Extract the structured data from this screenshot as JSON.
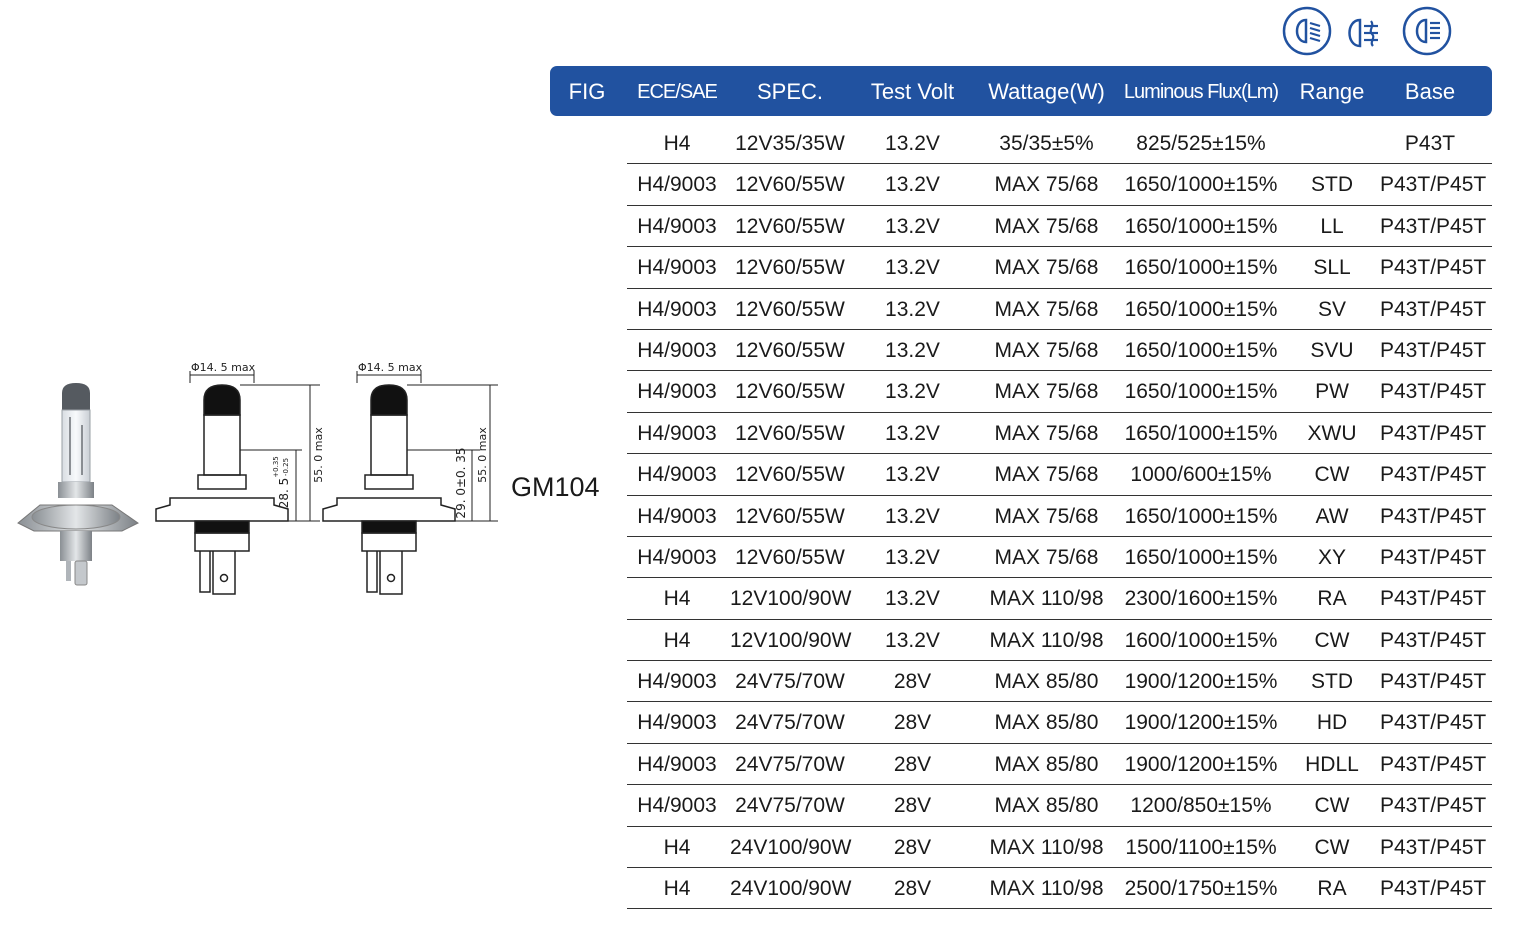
{
  "icons": [
    "low-beam-headlight-icon",
    "fog-light-icon",
    "high-beam-headlight-icon"
  ],
  "model": "GM104",
  "drawings": {
    "left": {
      "diameter": "Φ14. 5 max",
      "height_total": "55. 0 max",
      "height_partial": "28. 5",
      "tol_upper": "+0.35",
      "tol_lower": "-0.25"
    },
    "right": {
      "diameter": "Φ14. 5 max",
      "height_total": "55. 0 max",
      "height_partial": "29. 0±0. 35"
    }
  },
  "table": {
    "headers": [
      "FIG",
      "ECE/SAE",
      "SPEC.",
      "Test Volt",
      "Wattage(W)",
      "Luminous Flux(Lm)",
      "Range",
      "Base"
    ],
    "rows": [
      {
        "ece": "H4",
        "spec": "12V35/35W",
        "volt": "13.2V",
        "watt": "35/35±5%",
        "flux": "825/525±15%",
        "range": "",
        "base": "P43T"
      },
      {
        "ece": "H4/9003",
        "spec": "12V60/55W",
        "volt": "13.2V",
        "watt": "MAX 75/68",
        "flux": "1650/1000±15%",
        "range": "STD",
        "base": "P43T/P45T"
      },
      {
        "ece": "H4/9003",
        "spec": "12V60/55W",
        "volt": "13.2V",
        "watt": "MAX 75/68",
        "flux": "1650/1000±15%",
        "range": "LL",
        "base": "P43T/P45T"
      },
      {
        "ece": "H4/9003",
        "spec": "12V60/55W",
        "volt": "13.2V",
        "watt": "MAX 75/68",
        "flux": "1650/1000±15%",
        "range": "SLL",
        "base": "P43T/P45T"
      },
      {
        "ece": "H4/9003",
        "spec": "12V60/55W",
        "volt": "13.2V",
        "watt": "MAX 75/68",
        "flux": "1650/1000±15%",
        "range": "SV",
        "base": "P43T/P45T"
      },
      {
        "ece": "H4/9003",
        "spec": "12V60/55W",
        "volt": "13.2V",
        "watt": "MAX 75/68",
        "flux": "1650/1000±15%",
        "range": "SVU",
        "base": "P43T/P45T"
      },
      {
        "ece": "H4/9003",
        "spec": "12V60/55W",
        "volt": "13.2V",
        "watt": "MAX 75/68",
        "flux": "1650/1000±15%",
        "range": "PW",
        "base": "P43T/P45T"
      },
      {
        "ece": "H4/9003",
        "spec": "12V60/55W",
        "volt": "13.2V",
        "watt": "MAX 75/68",
        "flux": "1650/1000±15%",
        "range": "XWU",
        "base": "P43T/P45T"
      },
      {
        "ece": "H4/9003",
        "spec": "12V60/55W",
        "volt": "13.2V",
        "watt": "MAX 75/68",
        "flux": "1000/600±15%",
        "range": "CW",
        "base": "P43T/P45T"
      },
      {
        "ece": "H4/9003",
        "spec": "12V60/55W",
        "volt": "13.2V",
        "watt": "MAX 75/68",
        "flux": "1650/1000±15%",
        "range": "AW",
        "base": "P43T/P45T"
      },
      {
        "ece": "H4/9003",
        "spec": "12V60/55W",
        "volt": "13.2V",
        "watt": "MAX 75/68",
        "flux": "1650/1000±15%",
        "range": "XY",
        "base": "P43T/P45T"
      },
      {
        "ece": "H4",
        "spec": "12V100/90W",
        "volt": "13.2V",
        "watt": "MAX 110/98",
        "flux": "2300/1600±15%",
        "range": "RA",
        "base": "P43T/P45T"
      },
      {
        "ece": "H4",
        "spec": "12V100/90W",
        "volt": "13.2V",
        "watt": "MAX 110/98",
        "flux": "1600/1000±15%",
        "range": "CW",
        "base": "P43T/P45T"
      },
      {
        "ece": "H4/9003",
        "spec": "24V75/70W",
        "volt": "28V",
        "watt": "MAX 85/80",
        "flux": "1900/1200±15%",
        "range": "STD",
        "base": "P43T/P45T"
      },
      {
        "ece": "H4/9003",
        "spec": "24V75/70W",
        "volt": "28V",
        "watt": "MAX 85/80",
        "flux": "1900/1200±15%",
        "range": "HD",
        "base": "P43T/P45T"
      },
      {
        "ece": "H4/9003",
        "spec": "24V75/70W",
        "volt": "28V",
        "watt": "MAX 85/80",
        "flux": "1900/1200±15%",
        "range": "HDLL",
        "base": "P43T/P45T"
      },
      {
        "ece": "H4/9003",
        "spec": "24V75/70W",
        "volt": "28V",
        "watt": "MAX 85/80",
        "flux": "1200/850±15%",
        "range": "CW",
        "base": "P43T/P45T"
      },
      {
        "ece": "H4",
        "spec": "24V100/90W",
        "volt": "28V",
        "watt": "MAX 110/98",
        "flux": "1500/1100±15%",
        "range": "CW",
        "base": "P43T/P45T"
      },
      {
        "ece": "H4",
        "spec": "24V100/90W",
        "volt": "28V",
        "watt": "MAX 110/98",
        "flux": "2500/1750±15%",
        "range": "RA",
        "base": "P43T/P45T"
      }
    ]
  },
  "colors": {
    "header_bg": "#2152a0",
    "icon_stroke": "#2152a0"
  }
}
